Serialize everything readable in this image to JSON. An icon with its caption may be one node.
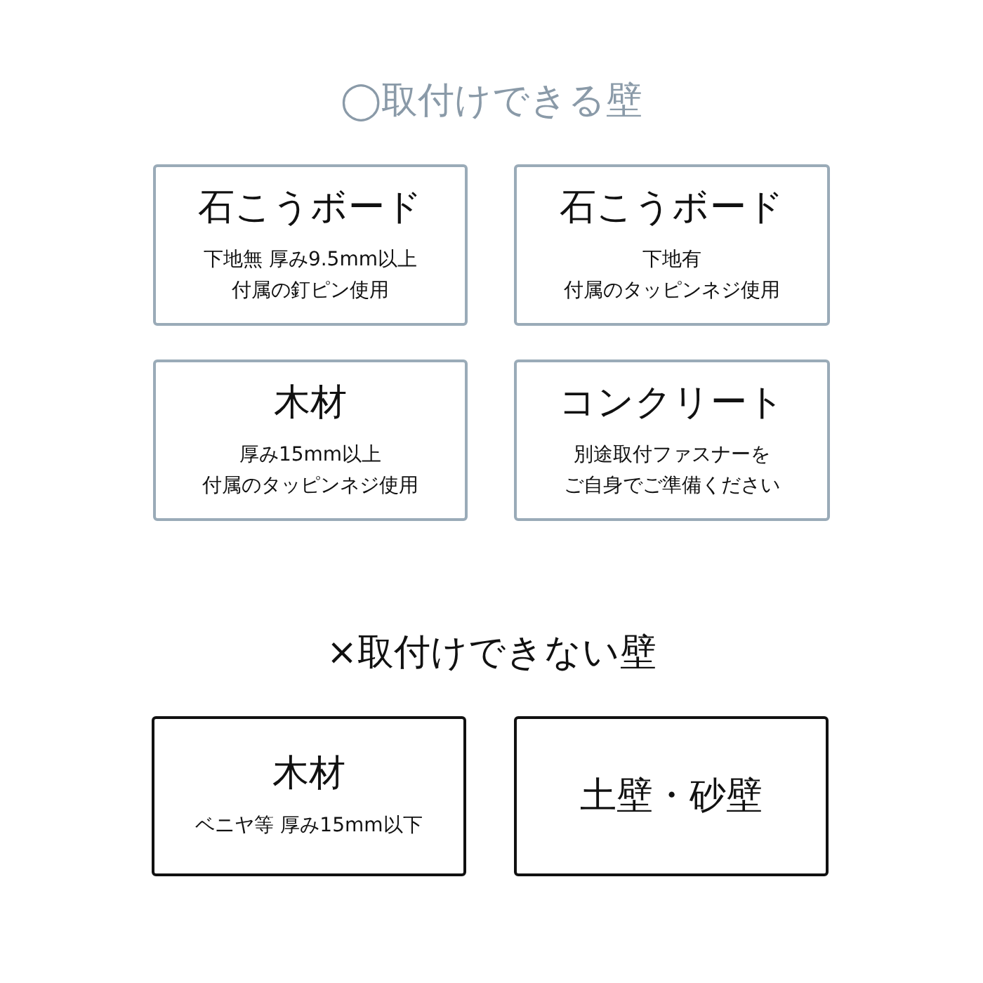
{
  "diagram": {
    "title": "◯取付けできる壁",
    "nodes": [
      {
        "text": [
          "石こうボード",
          "下地無 厚み9.5mm以上付属の釘ピン使用"
        ]
      },
      {
        "text": [
          "石こうボード",
          "下地有付属のタッピンネジ使用"
        ]
      },
      {
        "text": [
          "木材",
          "厚み15mm以上付属のタッピンネジ使用"
        ]
      },
      {
        "text": [
          "コンクリート",
          "別途取付ファスナーをご自身でご準備ください"
        ]
      },
      {
        "text": [
          "木材",
          "ベニヤ等 厚み15mm以下"
        ]
      },
      {
        "text": [
          "土壁・砂壁"
        ]
      }
    ],
    "labels": [
      "×取付けできない壁"
    ]
  }
}
